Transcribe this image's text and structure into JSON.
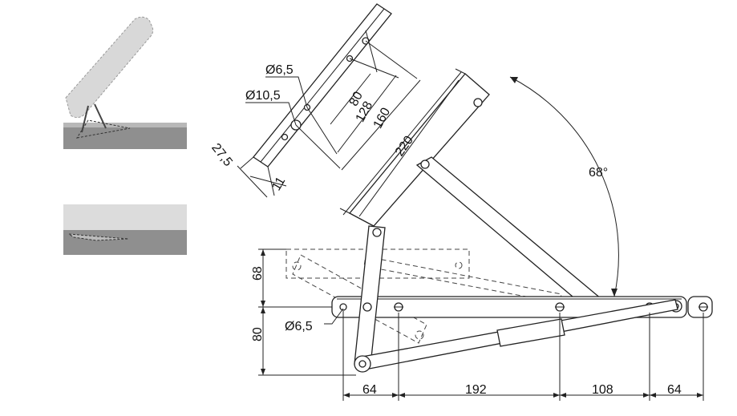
{
  "dims": {
    "hole_small": "Ø6,5",
    "hole_large": "Ø10,5",
    "d80": "80",
    "d128": "128",
    "d160": "160",
    "d220": "220",
    "d27_5": "27,5",
    "d11": "11",
    "angle": "68°",
    "h68": "68",
    "h80": "80",
    "hole_bottom": "Ø6,5",
    "b64a": "64",
    "b192": "192",
    "b108": "108",
    "b64b": "64"
  },
  "colors": {
    "panel_light": "#dcdcdc",
    "panel_dark": "#8f8f8f",
    "lid": "#d8d8d8",
    "line": "#222222"
  }
}
